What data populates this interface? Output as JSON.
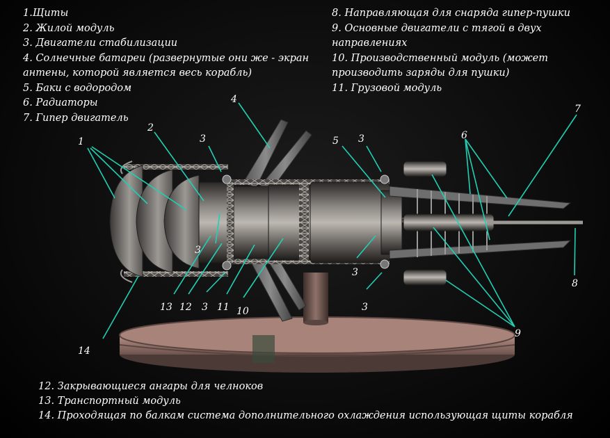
{
  "legend_left": [
    "1.Щиты",
    "2. Жилой модуль",
    "3. Двигатели стабилизации",
    "4. Солнечные батареи (развернутые они же - экран",
    "антены, которой является весь корабль)",
    "5. Баки с водородом",
    "6. Радиаторы",
    "7. Гипер двигатель"
  ],
  "legend_right": [
    "8. Направляющая для снаряда гипер-пушки",
    "9. Основные двигатели с тягой в двух",
    "направлениях",
    "10. Производственный модуль  (может",
    "производить заряды для пушки)",
    "11. Грузовой модуль"
  ],
  "legend_bottom": [
    "12. Закрывающиеся ангары для челноков",
    "13. Транспортный модуль",
    "14. Проходящая по балкам система дополнительного охлаждения использующая щиты корабля"
  ],
  "callouts": {
    "n1": "1",
    "n2": "2",
    "n3a": "3",
    "n3b": "3",
    "n3c": "3",
    "n3d": "3",
    "n3e": "3",
    "n3f": "3",
    "n4": "4",
    "n5": "5",
    "n6": "6",
    "n7": "7",
    "n8": "8",
    "n9": "9",
    "n10": "10",
    "n11": "11",
    "n12": "12",
    "n13": "13",
    "n14": "14"
  },
  "colors": {
    "leader": "#20d0b4",
    "text": "#ffffff",
    "background": "#000000"
  }
}
